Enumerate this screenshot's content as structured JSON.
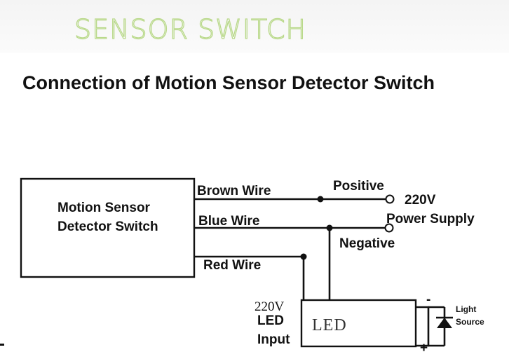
{
  "banner": {
    "text": "SENSOR SWITCH",
    "color": "#b9d98a"
  },
  "title": "Connection of Motion Sensor Detector Switch",
  "switch_box": {
    "line1": "Motion Sensor",
    "line2": "Detector Switch"
  },
  "wires": {
    "brown": "Brown Wire",
    "blue": "Blue Wire",
    "red": "Red Wire"
  },
  "terminals": {
    "positive": "Positive",
    "negative": "Negative",
    "voltage": "220V",
    "supply": "Power Supply"
  },
  "led_input": {
    "voltage": "220V",
    "line1": "LED",
    "line2": "Input"
  },
  "led_box": {
    "label": "LED"
  },
  "light_source": {
    "line1": "Light",
    "line2": "Source",
    "minus": "-",
    "plus": "+"
  }
}
